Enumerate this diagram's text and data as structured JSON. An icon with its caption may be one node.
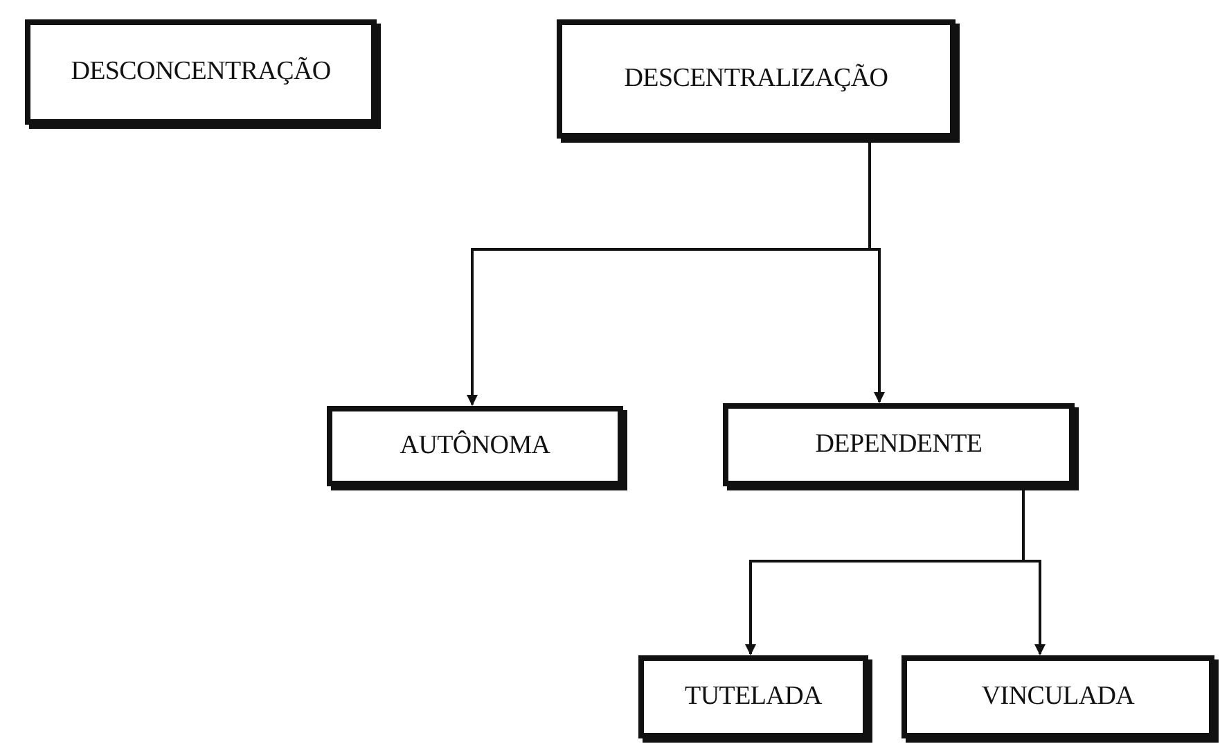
{
  "diagram": {
    "nodes": [
      {
        "text": [
          "DESCONCENTRAÇÃO"
        ]
      },
      {
        "text": [
          "DESCENTRALIZAÇÃO"
        ]
      },
      {
        "text": [
          "AUTÔNOMA"
        ]
      },
      {
        "text": [
          "DEPENDENTE"
        ]
      },
      {
        "text": [
          "TUTELADA"
        ]
      },
      {
        "text": [
          "VINCULADA"
        ]
      }
    ],
    "edges": [
      {
        "from": 1,
        "to": 2,
        "arrow": "to"
      },
      {
        "from": 1,
        "to": 3,
        "arrow": "to"
      },
      {
        "from": 3,
        "to": 4,
        "arrow": "to"
      },
      {
        "from": 3,
        "to": 5,
        "arrow": "to"
      }
    ]
  }
}
